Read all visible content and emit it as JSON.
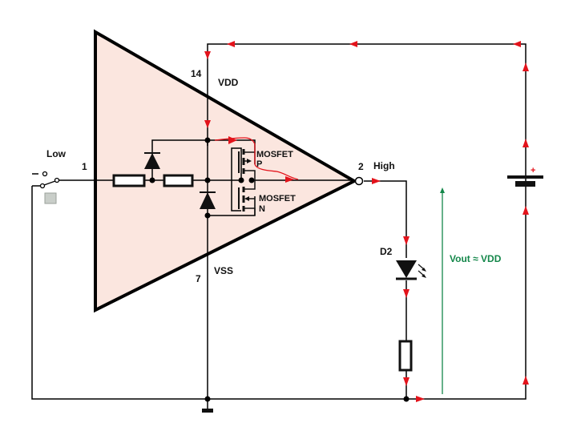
{
  "diagram": {
    "title": "CMOS inverter output High driving LED",
    "input": {
      "switch_label": "Low",
      "pin_number": "1"
    },
    "supply": {
      "vdd_pin": "14",
      "vdd_label": "VDD",
      "vss_pin": "7",
      "vss_label": "VSS",
      "battery_polarity": "+"
    },
    "transistors": [
      {
        "label_line1": "MOSFET",
        "label_line2": "P"
      },
      {
        "label_line1": "MOSFET",
        "label_line2": "N"
      }
    ],
    "output": {
      "pin_number": "2",
      "state_label": "High"
    },
    "led": {
      "label": "D2"
    },
    "voltage_annotation": "Vout ≈ VDD",
    "colors": {
      "triangle_fill": "#fbe6df",
      "current_arrow": "#e3131b",
      "wire": "#000000",
      "voltage": "#14874a"
    }
  }
}
